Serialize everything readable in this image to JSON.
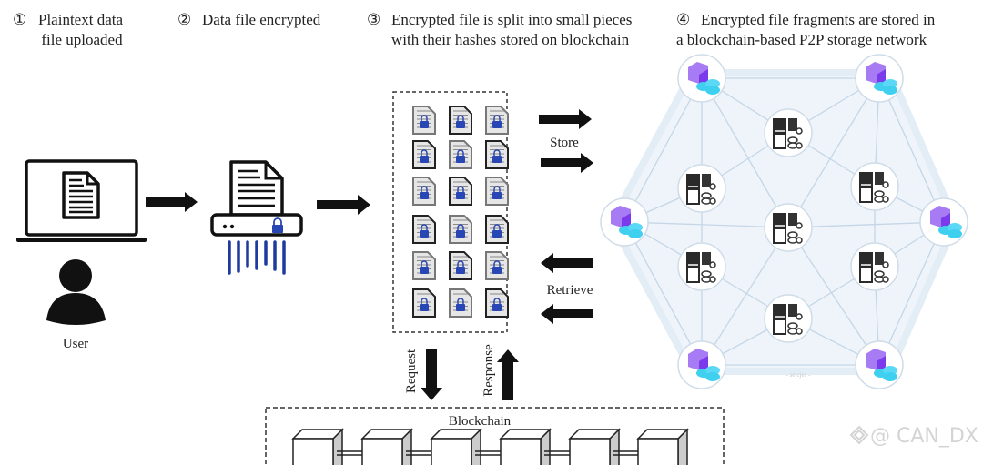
{
  "steps": [
    {
      "number": "①",
      "line1": "Plaintext data",
      "line2": "file uploaded"
    },
    {
      "number": "②",
      "line1": "Data file encrypted",
      "line2": ""
    },
    {
      "number": "③",
      "line1": "Encrypted file is split into small pieces",
      "line2": "with their hashes stored on blockchain"
    },
    {
      "number": "④",
      "line1": "Encrypted file fragments are stored in",
      "line2": "a blockchain-based P2P storage network"
    }
  ],
  "labels": {
    "user": "User",
    "store": "Store",
    "retrieve": "Retrieve",
    "request": "Request",
    "response": "Response",
    "blockchain": "Blockchain",
    "network_caption": "- selcjes -"
  },
  "watermark": {
    "text": "@ CAN_DX",
    "icon": "diamond-logo-icon"
  },
  "colors": {
    "lock_blue": "#2846b4",
    "shred_blue": "#1e3a9e",
    "blockchain_node_purple": "#8b5cf6",
    "coin_cyan": "#3fd0f0",
    "network_bg": "#eef4fa",
    "network_edge": "#c5d6e6"
  },
  "icons": {
    "laptop": "laptop-icon",
    "document": "document-icon",
    "user": "user-icon",
    "shredder": "shredder-icon",
    "encrypted_file": "locked-file-icon",
    "server": "server-icon",
    "blockchain_node": "blockchain-node-icon",
    "block": "block-icon"
  }
}
